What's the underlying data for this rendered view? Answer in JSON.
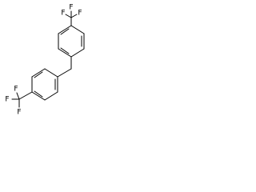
{
  "molecule": {
    "atom_labels": {
      "top_f_up": "F",
      "top_f_left": "F",
      "top_f_right": "F",
      "bottom_f_up": "F",
      "bottom_f_left": "F",
      "bottom_f_down": "F"
    }
  }
}
